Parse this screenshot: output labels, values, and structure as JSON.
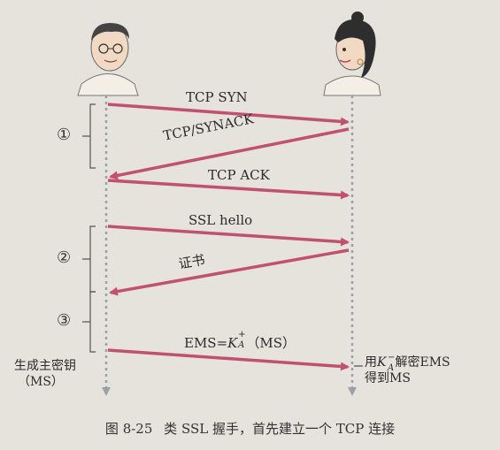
{
  "messages": {
    "tcp_syn": "TCP SYN",
    "tcp_synack": "TCP/SYNACK",
    "tcp_ack": "TCP ACK",
    "ssl_hello": "SSL hello",
    "certificate": "证书",
    "ems_prefix": "EMS=",
    "ems_key": "K",
    "ems_key_sup": "+",
    "ems_key_sub": "A",
    "ems_suffix": "（MS）"
  },
  "steps": {
    "step1": "①",
    "step2": "②",
    "step3": "③"
  },
  "left_note": {
    "line1": "生成主密钥",
    "line2": "（MS）"
  },
  "right_note": {
    "prefix": "用",
    "key": "K",
    "key_sup": "−",
    "key_sub": "A",
    "suffix": "解密EMS",
    "line2": "得到MS"
  },
  "caption": {
    "number": "图 8-25",
    "text": "类 SSL 握手，首先建立一个 TCP 连接"
  },
  "colors": {
    "arrow": "#c0516f",
    "lifeline": "#9aa2a8",
    "bracket": "#555555"
  }
}
